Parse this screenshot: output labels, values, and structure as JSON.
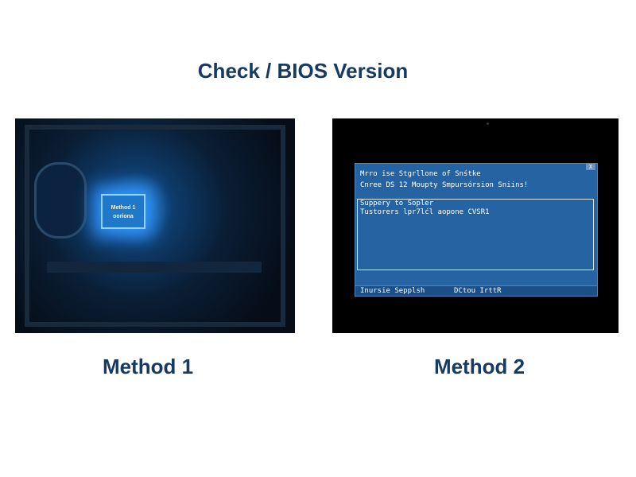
{
  "title": "Check / BIOS Version",
  "method1": {
    "caption": "Method 1",
    "chip_line1": "Method 1",
    "chip_line2": "ooriona"
  },
  "method2": {
    "caption": "Method 2",
    "window": {
      "close": "X",
      "header": [
        "Mrro ise Stgrllone of Snśtke",
        "Cnree DS 12 Moupty Smpursórsion Sniins!"
      ],
      "body": [
        "Suppery to Sopler",
        "Tustorers lpr7lćl aopone CVSR1"
      ],
      "status_left": "Inursie Sepplsh",
      "status_right": "DCtou IrttR"
    }
  }
}
